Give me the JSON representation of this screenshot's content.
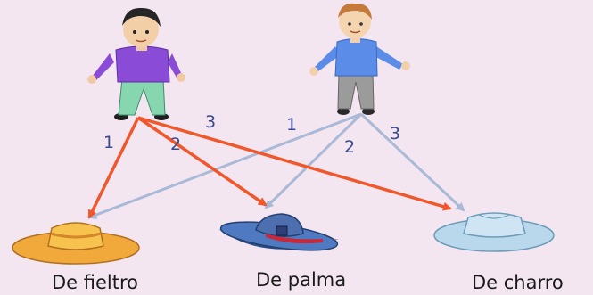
{
  "options": [
    {
      "label": "De fieltro",
      "icon": "felt-hat-icon"
    },
    {
      "label": "De palma",
      "icon": "palm-hat-icon"
    },
    {
      "label": "De charro",
      "icon": "charro-hat-icon"
    }
  ],
  "people": [
    {
      "icon": "boy-purple-shirt-icon"
    },
    {
      "icon": "boy-blue-shirt-icon"
    }
  ],
  "branch_numbers": {
    "left": [
      "1",
      "2",
      "3"
    ],
    "right": [
      "1",
      "2",
      "3"
    ]
  },
  "colors": {
    "left_arrows": "#f0572b",
    "right_arrows": "#a9b9d6",
    "background": "#f3e6f1",
    "numbers": "#3a4a8e"
  }
}
